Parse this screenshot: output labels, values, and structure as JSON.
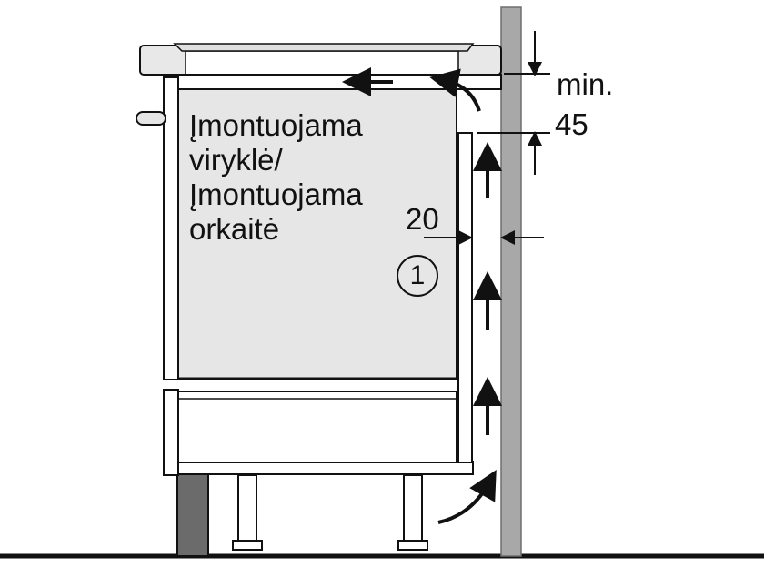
{
  "labels": {
    "appliance_lines": [
      "Įmontuojama",
      "viryklė/",
      "Įmontuojama",
      "orkaitė"
    ],
    "min_label": "min.",
    "min_value": "45",
    "gap_value": "20",
    "reference_marker": "1"
  },
  "colors": {
    "line": "#111111",
    "appliance_fill": "#e6e6e6",
    "wall_fill": "#a8a8a8",
    "leg_dark": "#6b6b6b",
    "worktop_fill": "#e8e8e8"
  }
}
